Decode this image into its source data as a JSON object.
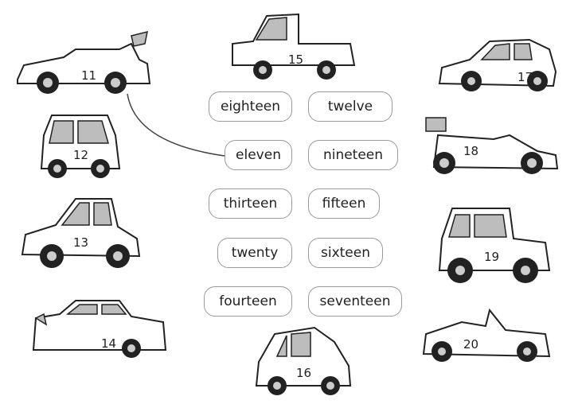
{
  "words": [
    "eighteen",
    "twelve",
    "eleven",
    "nineteen",
    "thirteen",
    "fifteen",
    "twenty",
    "sixteen",
    "fourteen",
    "seventeen"
  ],
  "car_numbers": {
    "c11": "11",
    "c12": "12",
    "c13": "13",
    "c14": "14",
    "c15": "15",
    "c16": "16",
    "c17": "17",
    "c18": "18",
    "c19": "19",
    "c20": "20"
  }
}
